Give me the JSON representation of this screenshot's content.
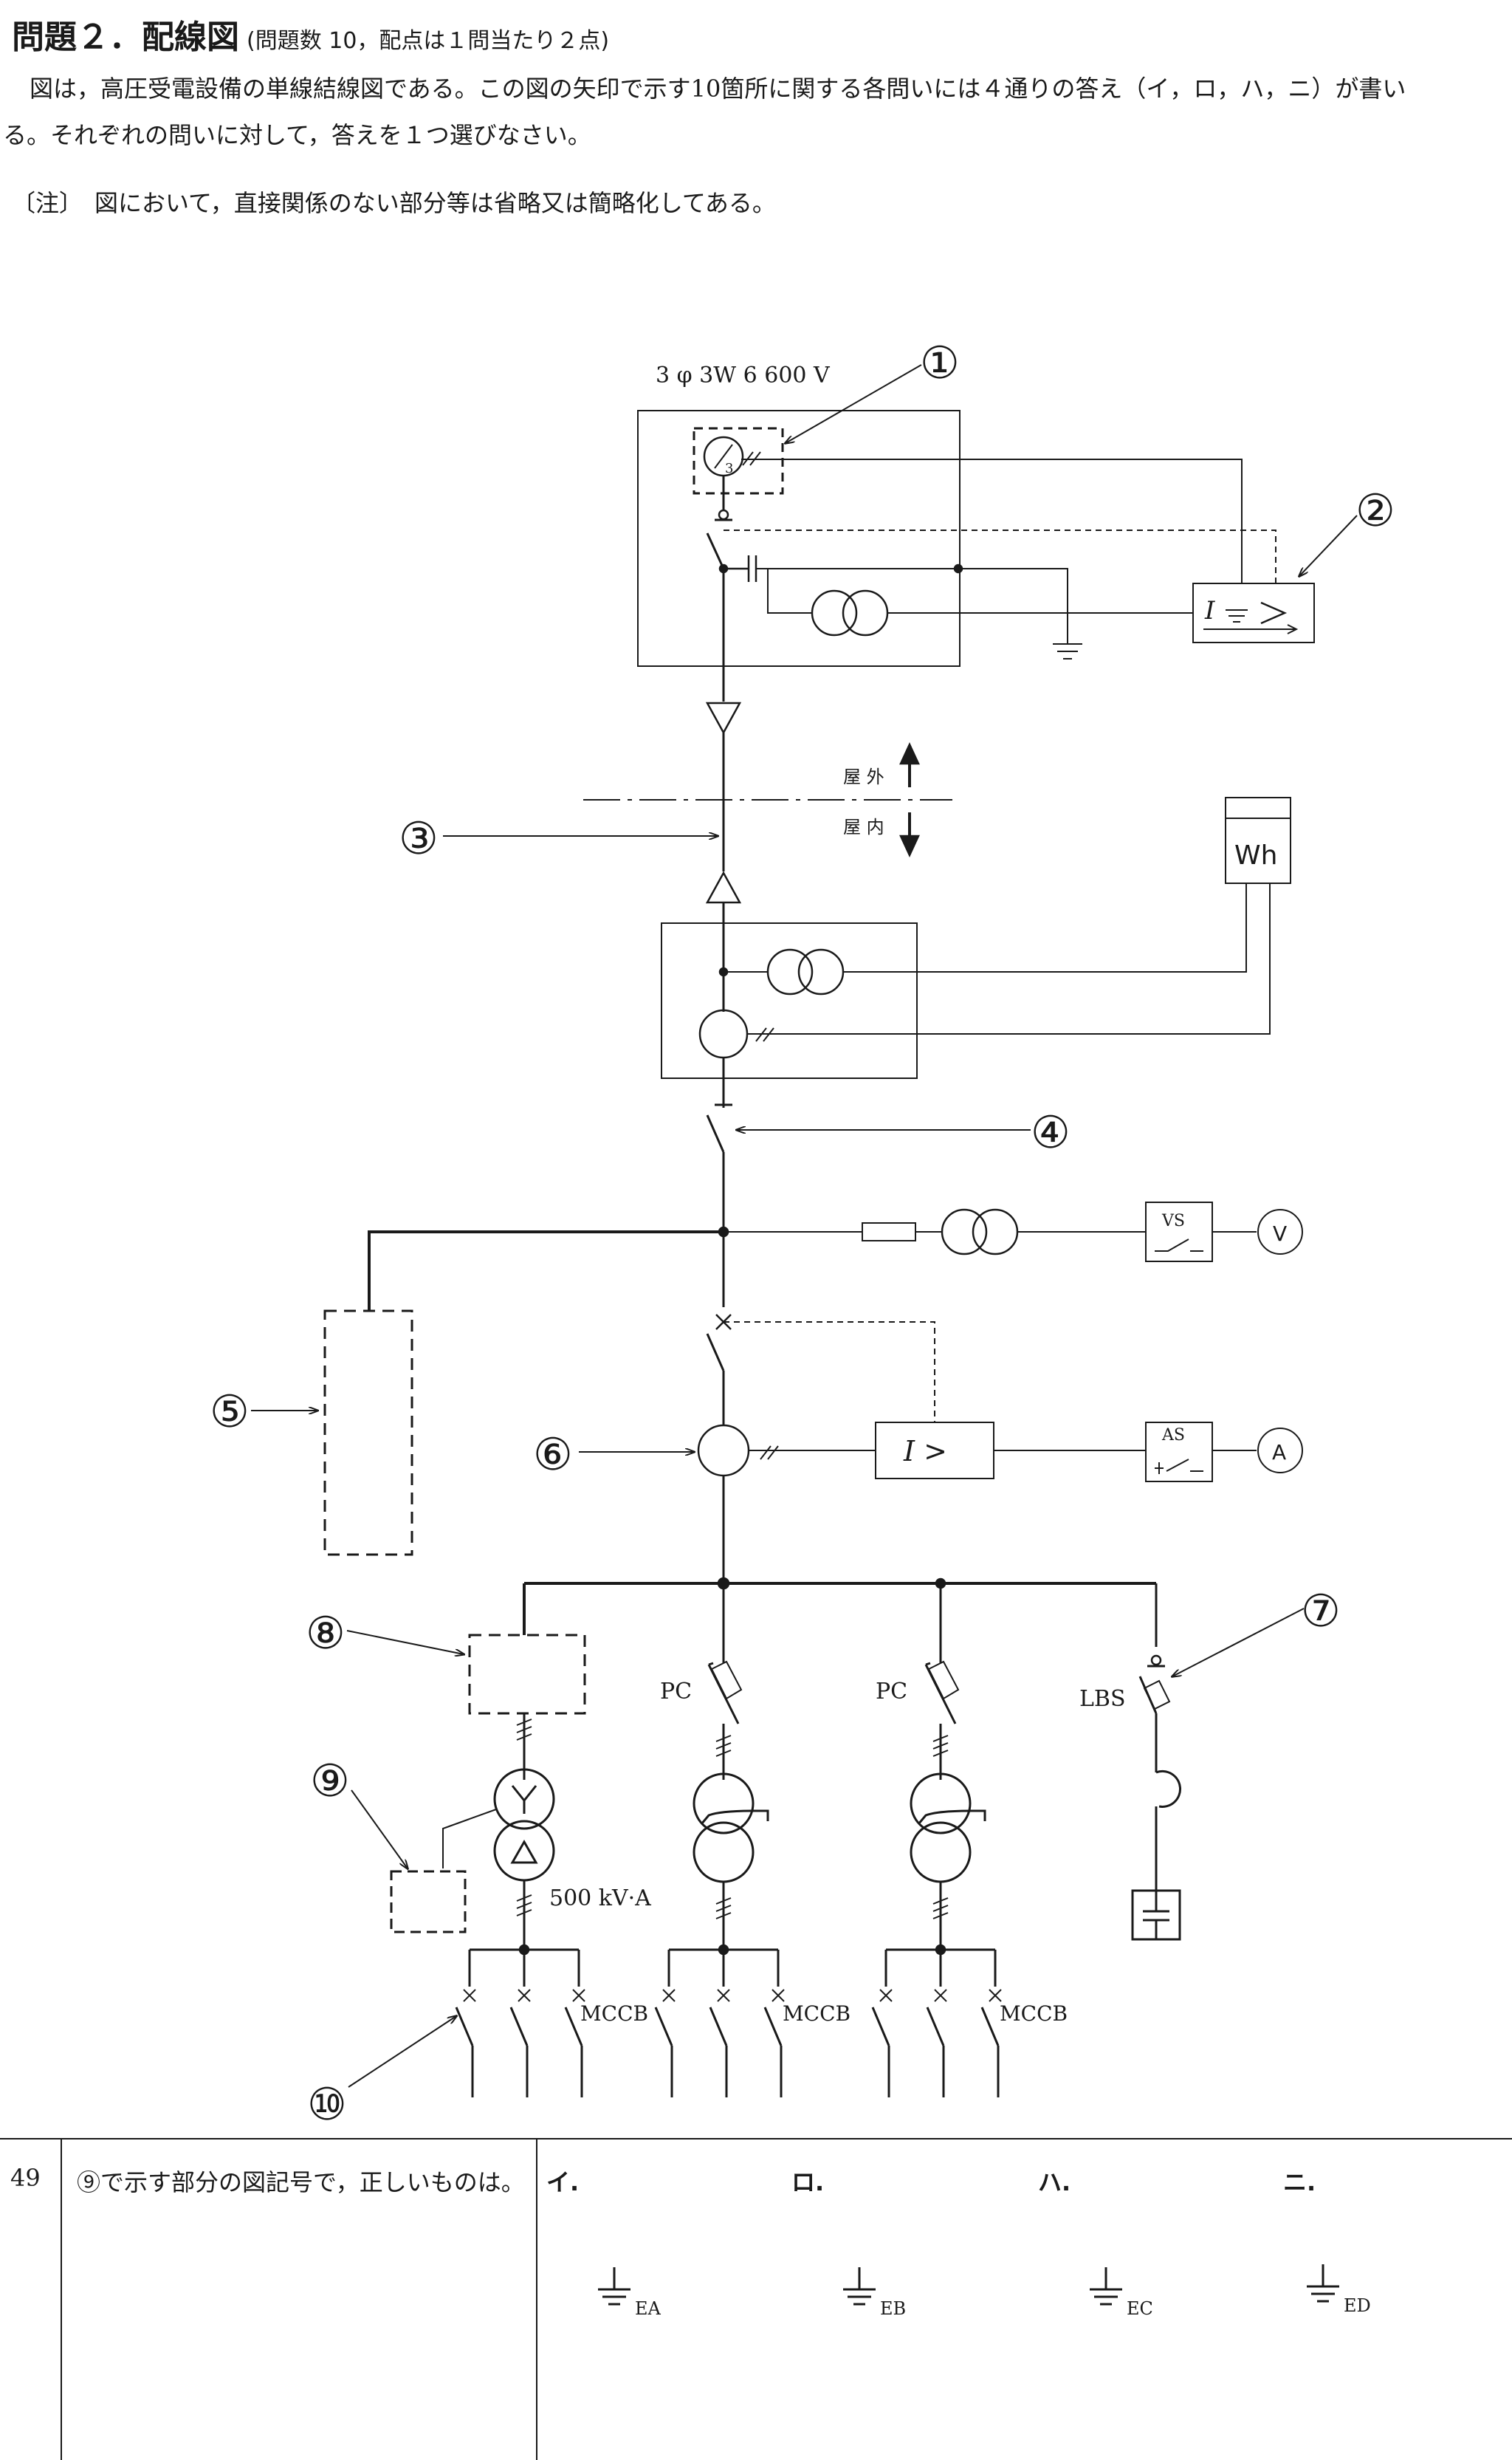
{
  "header": {
    "title": "問題２．配線図",
    "subtitle": "(問題数 10，配点は１問当たり２点)",
    "intro_1": "図は，高圧受電設備の単線結線図である。この図の矢印で示す10箇所に関する各問いには４通りの答え（イ，ロ，ハ，ニ）が書い",
    "intro_2": "る。それぞれの問いに対して，答えを１つ選びなさい。",
    "note": "〔注〕　図において，直接関係のない部分等は省略又は簡略化してある。"
  },
  "diagram": {
    "supply": "3 φ 3W  6 600 V",
    "outdoor": "屋 外",
    "indoor": "屋 内",
    "wh": "Wh",
    "vs": "VS",
    "as": "AS",
    "v": "V",
    "a": "A",
    "ocr": "I >",
    "pc1": "PC",
    "pc2": "PC",
    "lbs": "LBS",
    "tr_rating": "500 kV·A",
    "mccb1": "MCCB",
    "mccb2": "MCCB",
    "mccb3": "MCCB",
    "callouts": [
      "①",
      "②",
      "③",
      "④",
      "⑤",
      "⑥",
      "⑦",
      "⑧",
      "⑨",
      "⑩"
    ]
  },
  "question": {
    "number": "49",
    "text": "⑨で示す部分の図記号で，正しいものは。",
    "choices": [
      {
        "label": "イ.",
        "sub": "EA"
      },
      {
        "label": "ロ.",
        "sub": "EB"
      },
      {
        "label": "ハ.",
        "sub": "EC"
      },
      {
        "label": "ニ.",
        "sub": "ED"
      }
    ]
  }
}
